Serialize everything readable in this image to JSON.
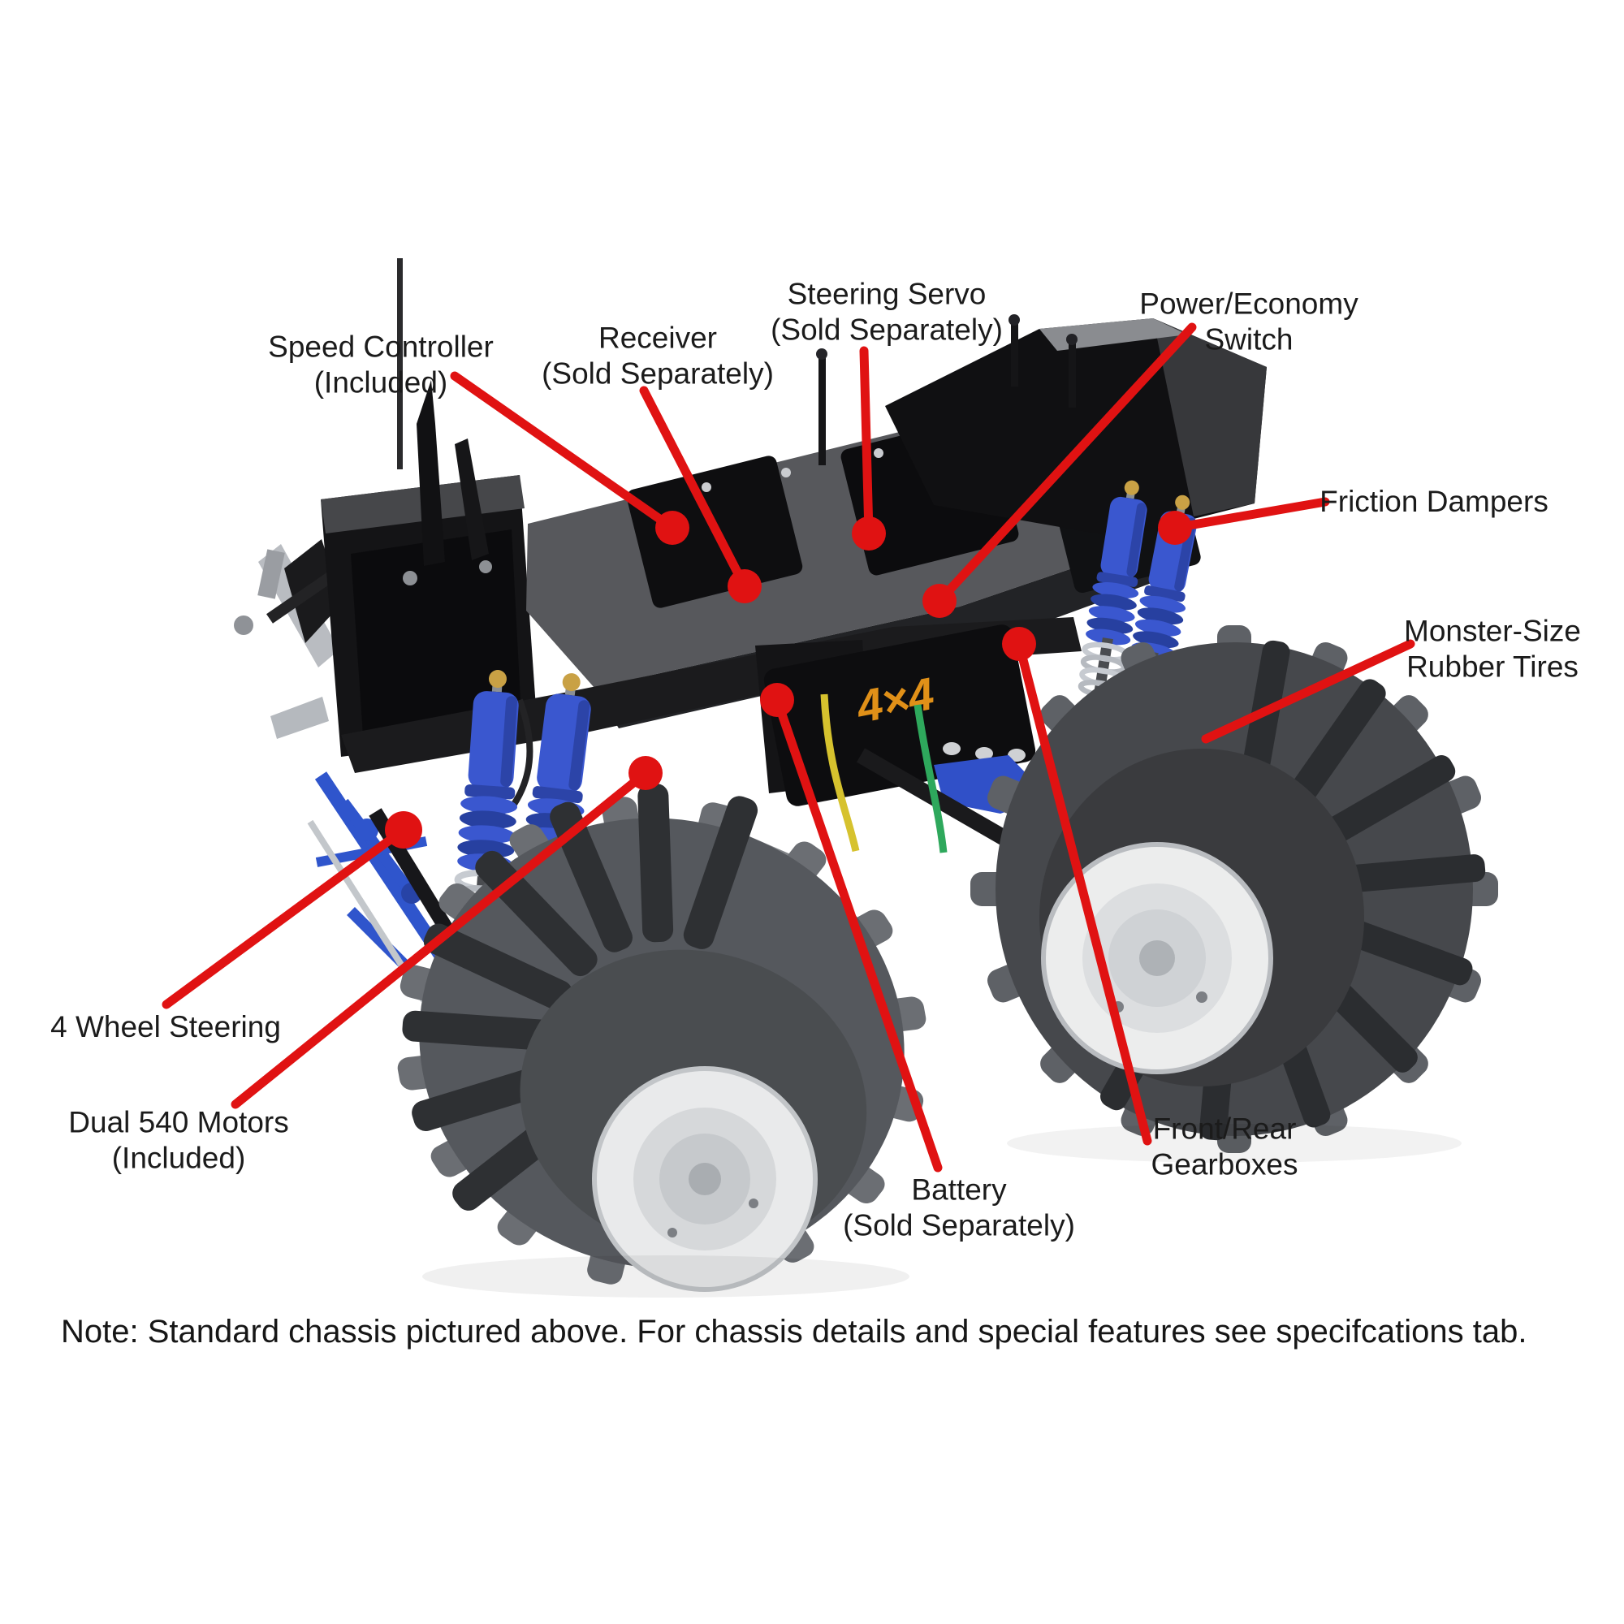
{
  "colors": {
    "accent": "#e01212",
    "text": "#1b1b1b",
    "background": "#ffffff",
    "chassis_black": "#121214",
    "shock_blue": "#3a57cf",
    "logo_orange": "#e09018"
  },
  "diagram": {
    "note": "Note: Standard chassis pictured above. For chassis details and special features see specifcations tab.",
    "chassis_logo": "4×4",
    "callouts": [
      {
        "id": "speed-controller",
        "line1": "Speed Controller",
        "line2": "(Included)"
      },
      {
        "id": "receiver",
        "line1": "Receiver",
        "line2": "(Sold Separately)"
      },
      {
        "id": "steering-servo",
        "line1": "Steering Servo",
        "line2": "(Sold Separately)"
      },
      {
        "id": "power-economy",
        "line1": "Power/Economy",
        "line2": "Switch"
      },
      {
        "id": "friction-dampers",
        "line1": "Friction Dampers",
        "line2": ""
      },
      {
        "id": "monster-tires",
        "line1": "Monster-Size",
        "line2": "Rubber Tires"
      },
      {
        "id": "four-wheel-steering",
        "line1": "4 Wheel Steering",
        "line2": ""
      },
      {
        "id": "dual-540-motors",
        "line1": "Dual 540 Motors",
        "line2": "(Included)"
      },
      {
        "id": "battery",
        "line1": "Battery",
        "line2": "(Sold Separately)"
      },
      {
        "id": "front-rear-gearboxes",
        "line1": "Front/Rear",
        "line2": "Gearboxes"
      }
    ]
  }
}
